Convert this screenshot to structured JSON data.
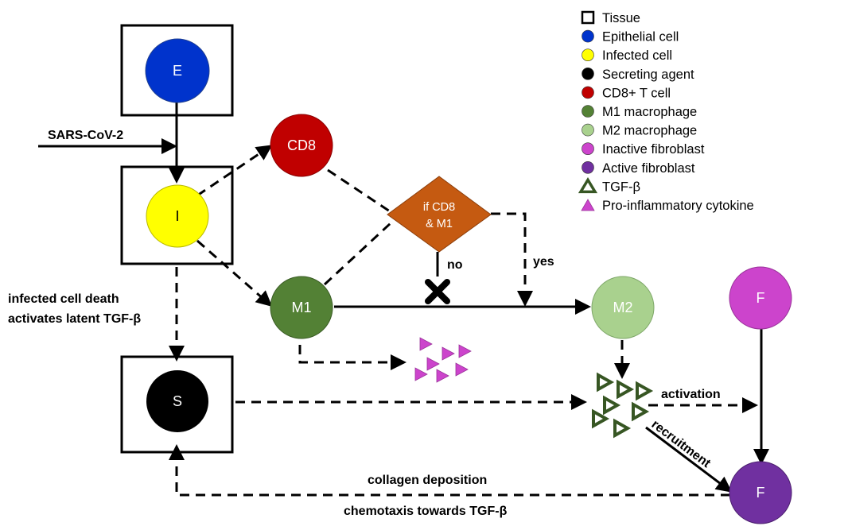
{
  "legend": {
    "items": [
      {
        "label": "Tissue",
        "shape": "square",
        "color": "#000000"
      },
      {
        "label": "Epithelial cell",
        "shape": "circle",
        "color": "#0033cc"
      },
      {
        "label": "Infected  cell",
        "shape": "circle",
        "color": "#ffff00"
      },
      {
        "label": "Secreting agent",
        "shape": "circle",
        "color": "#000000"
      },
      {
        "label": "CD8+ T cell",
        "shape": "circle",
        "color": "#c00000"
      },
      {
        "label": "M1 macrophage",
        "shape": "circle",
        "color": "#538135"
      },
      {
        "label": "M2 macrophage",
        "shape": "circle",
        "color": "#a9d18e"
      },
      {
        "label": "Inactive fibroblast",
        "shape": "circle",
        "color": "#cc44cc"
      },
      {
        "label": "Active fibroblast",
        "shape": "circle",
        "color": "#7030a0"
      },
      {
        "label": "TGF-β",
        "shape": "triangle-outline",
        "color": "#375623"
      },
      {
        "label": "Pro-inflammatory  cytokine",
        "shape": "triangle-filled",
        "color": "#cc44cc"
      }
    ]
  },
  "nodes": {
    "E": {
      "label": "E",
      "color": "#0033cc"
    },
    "I": {
      "label": "I",
      "color": "#ffff00"
    },
    "S": {
      "label": "S",
      "color": "#000000"
    },
    "CD8": {
      "label": "CD8",
      "color": "#c00000"
    },
    "M1": {
      "label": "M1",
      "color": "#538135"
    },
    "M2": {
      "label": "M2",
      "color": "#a9d18e"
    },
    "F_inactive": {
      "label": "F",
      "color": "#cc44cc"
    },
    "F_active": {
      "label": "F",
      "color": "#7030a0"
    },
    "decision": {
      "line1": "if CD8",
      "line2": "& M1",
      "color": "#c55a11"
    }
  },
  "labels": {
    "sars": "SARS-CoV-2",
    "death_line1": "infected cell death",
    "death_line2": "activates latent TGF-β",
    "no": "no",
    "yes": "yes",
    "activation": "activation",
    "recruitment": "recruitment",
    "collagen": "collagen deposition",
    "chemotaxis": "chemotaxis towards TGF-β"
  },
  "colors": {
    "tgf_outline": "#375623",
    "cytokine_fill": "#cc44cc"
  }
}
